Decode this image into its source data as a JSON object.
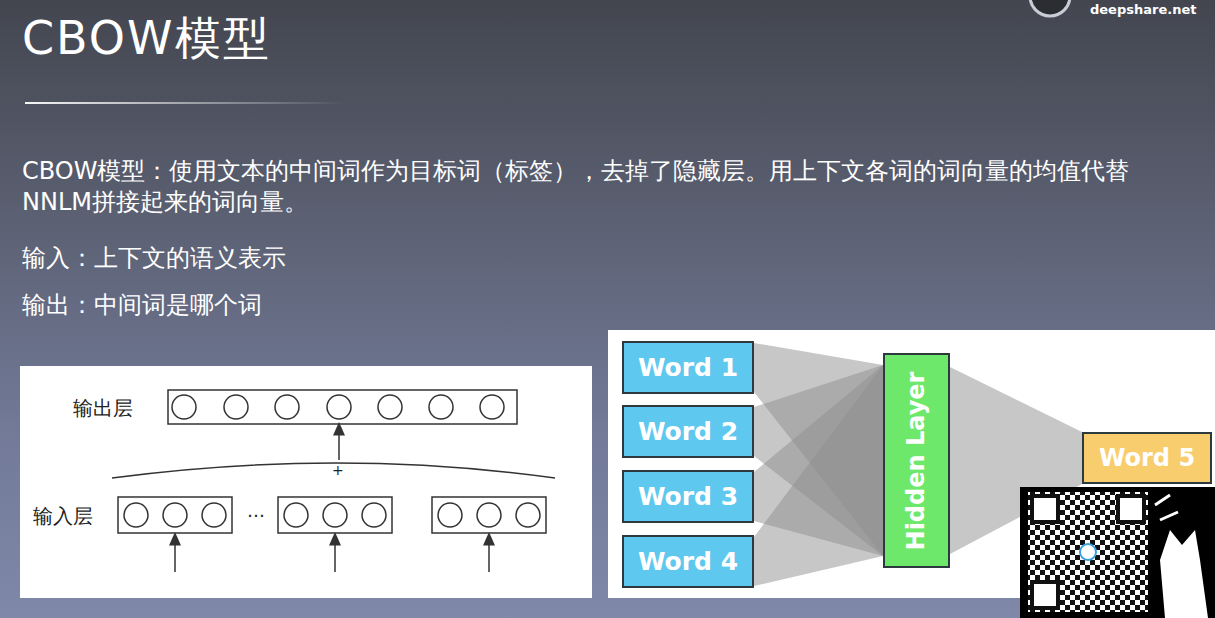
{
  "diagram": {
    "title": "CBOW模型",
    "nodes": [
      {
        "text": [
          "Word 1"
        ]
      },
      {
        "text": [
          "Word 2"
        ]
      },
      {
        "text": [
          "Word 3"
        ]
      },
      {
        "text": [
          "Word 4"
        ]
      },
      {
        "text": [
          "Hidden Layer"
        ]
      },
      {
        "text": [
          "Word 5"
        ]
      }
    ],
    "edges": [
      {
        "from": 0,
        "to": 4,
        "arrow": "none"
      },
      {
        "from": 1,
        "to": 4,
        "arrow": "none"
      },
      {
        "from": 2,
        "to": 4,
        "arrow": "none"
      },
      {
        "from": 3,
        "to": 4,
        "arrow": "none"
      },
      {
        "from": 4,
        "to": 5,
        "arrow": "none"
      }
    ],
    "labels": [
      "deepshare.net",
      "CBOW模型：使用文本的中间词作为目标词（标签），去掉了隐藏层。用上下文各词的词向量的均值代替NNLM拼接起来的词向量。",
      "输入：上下文的语义表示",
      "输出：中间词是哪个词",
      "输出层",
      "+",
      "…",
      "输入层"
    ]
  }
}
